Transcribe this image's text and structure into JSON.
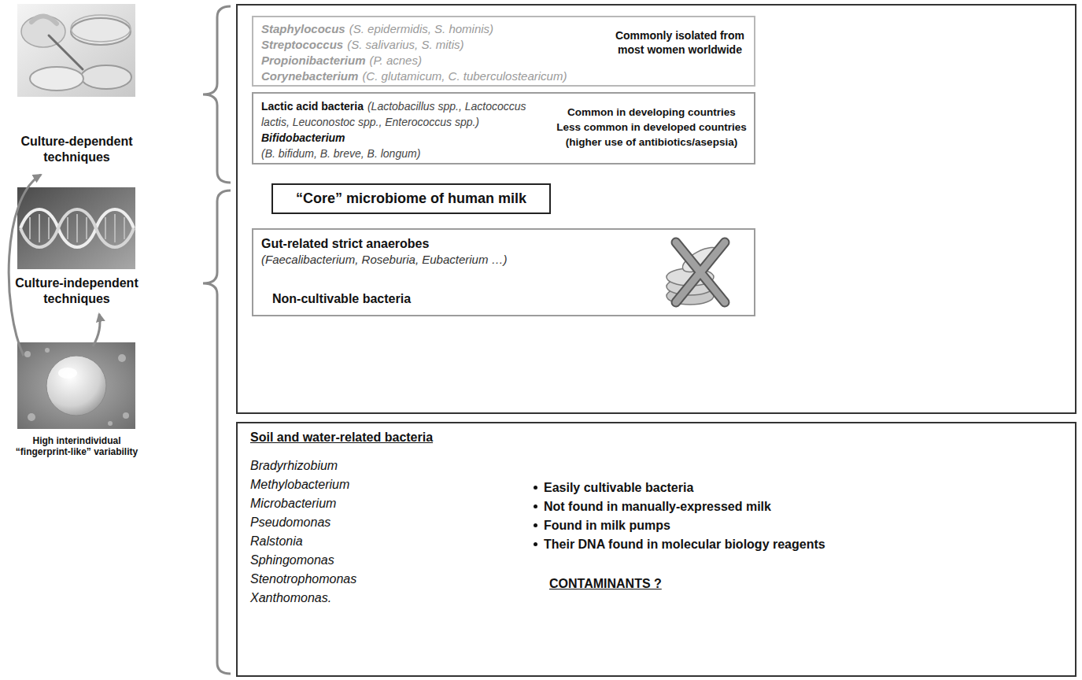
{
  "diagram": {
    "nodes": [
      {
        "text": []
      },
      {
        "text": [
          "Staphylococus",
          "(S. epidermidis, S. hominis)",
          "Streptococcus",
          "(S. salivarius, S. mitis)",
          "Propionibacterium",
          "(P. acnes)",
          "Corynebacterium",
          "(C. glutamicum, C. tuberculostearicum)",
          "Commonly isolated from most women worldwide"
        ],
        "in": 0
      },
      {
        "text": [
          "Lactic acid bacteria",
          "(Lactobacillus spp., Lactococcus lactis, Leuconostoc spp., Enterococcus spp.)",
          "Bifidobacterium",
          "(B. bifidum, B. breve, B. longum)",
          "Common in developing countries",
          "Less common in developed countries (higher use of antibiotics/asepsia)"
        ],
        "in": 0
      },
      {
        "text": [
          "“Core” microbiome of human milk"
        ],
        "in": 0
      },
      {
        "text": [
          "Gut-related strict anaerobes",
          "(Faecalibacterium, Roseburia, Eubacterium …)",
          "Non-cultivable bacteria"
        ],
        "in": 0
      },
      {
        "text": [
          "Soil and water-related bacteria",
          "Bradyrhizobium",
          "Methylobacterium",
          "Microbacterium",
          "Pseudomonas",
          "Ralstonia",
          "Sphingomonas",
          "Stenotrophomonas",
          "Xanthomonas.",
          "Easily cultivable bacteria",
          "Not found in manually-expressed milk",
          "Found in milk pumps",
          "Their DNA found in molecular biology reagents",
          "CONTAMINANTS ?"
        ]
      }
    ],
    "labels": [
      "Culture-dependent techniques",
      "Culture-independent techniques",
      "High interindividual “fingerprint-like” variability"
    ]
  }
}
